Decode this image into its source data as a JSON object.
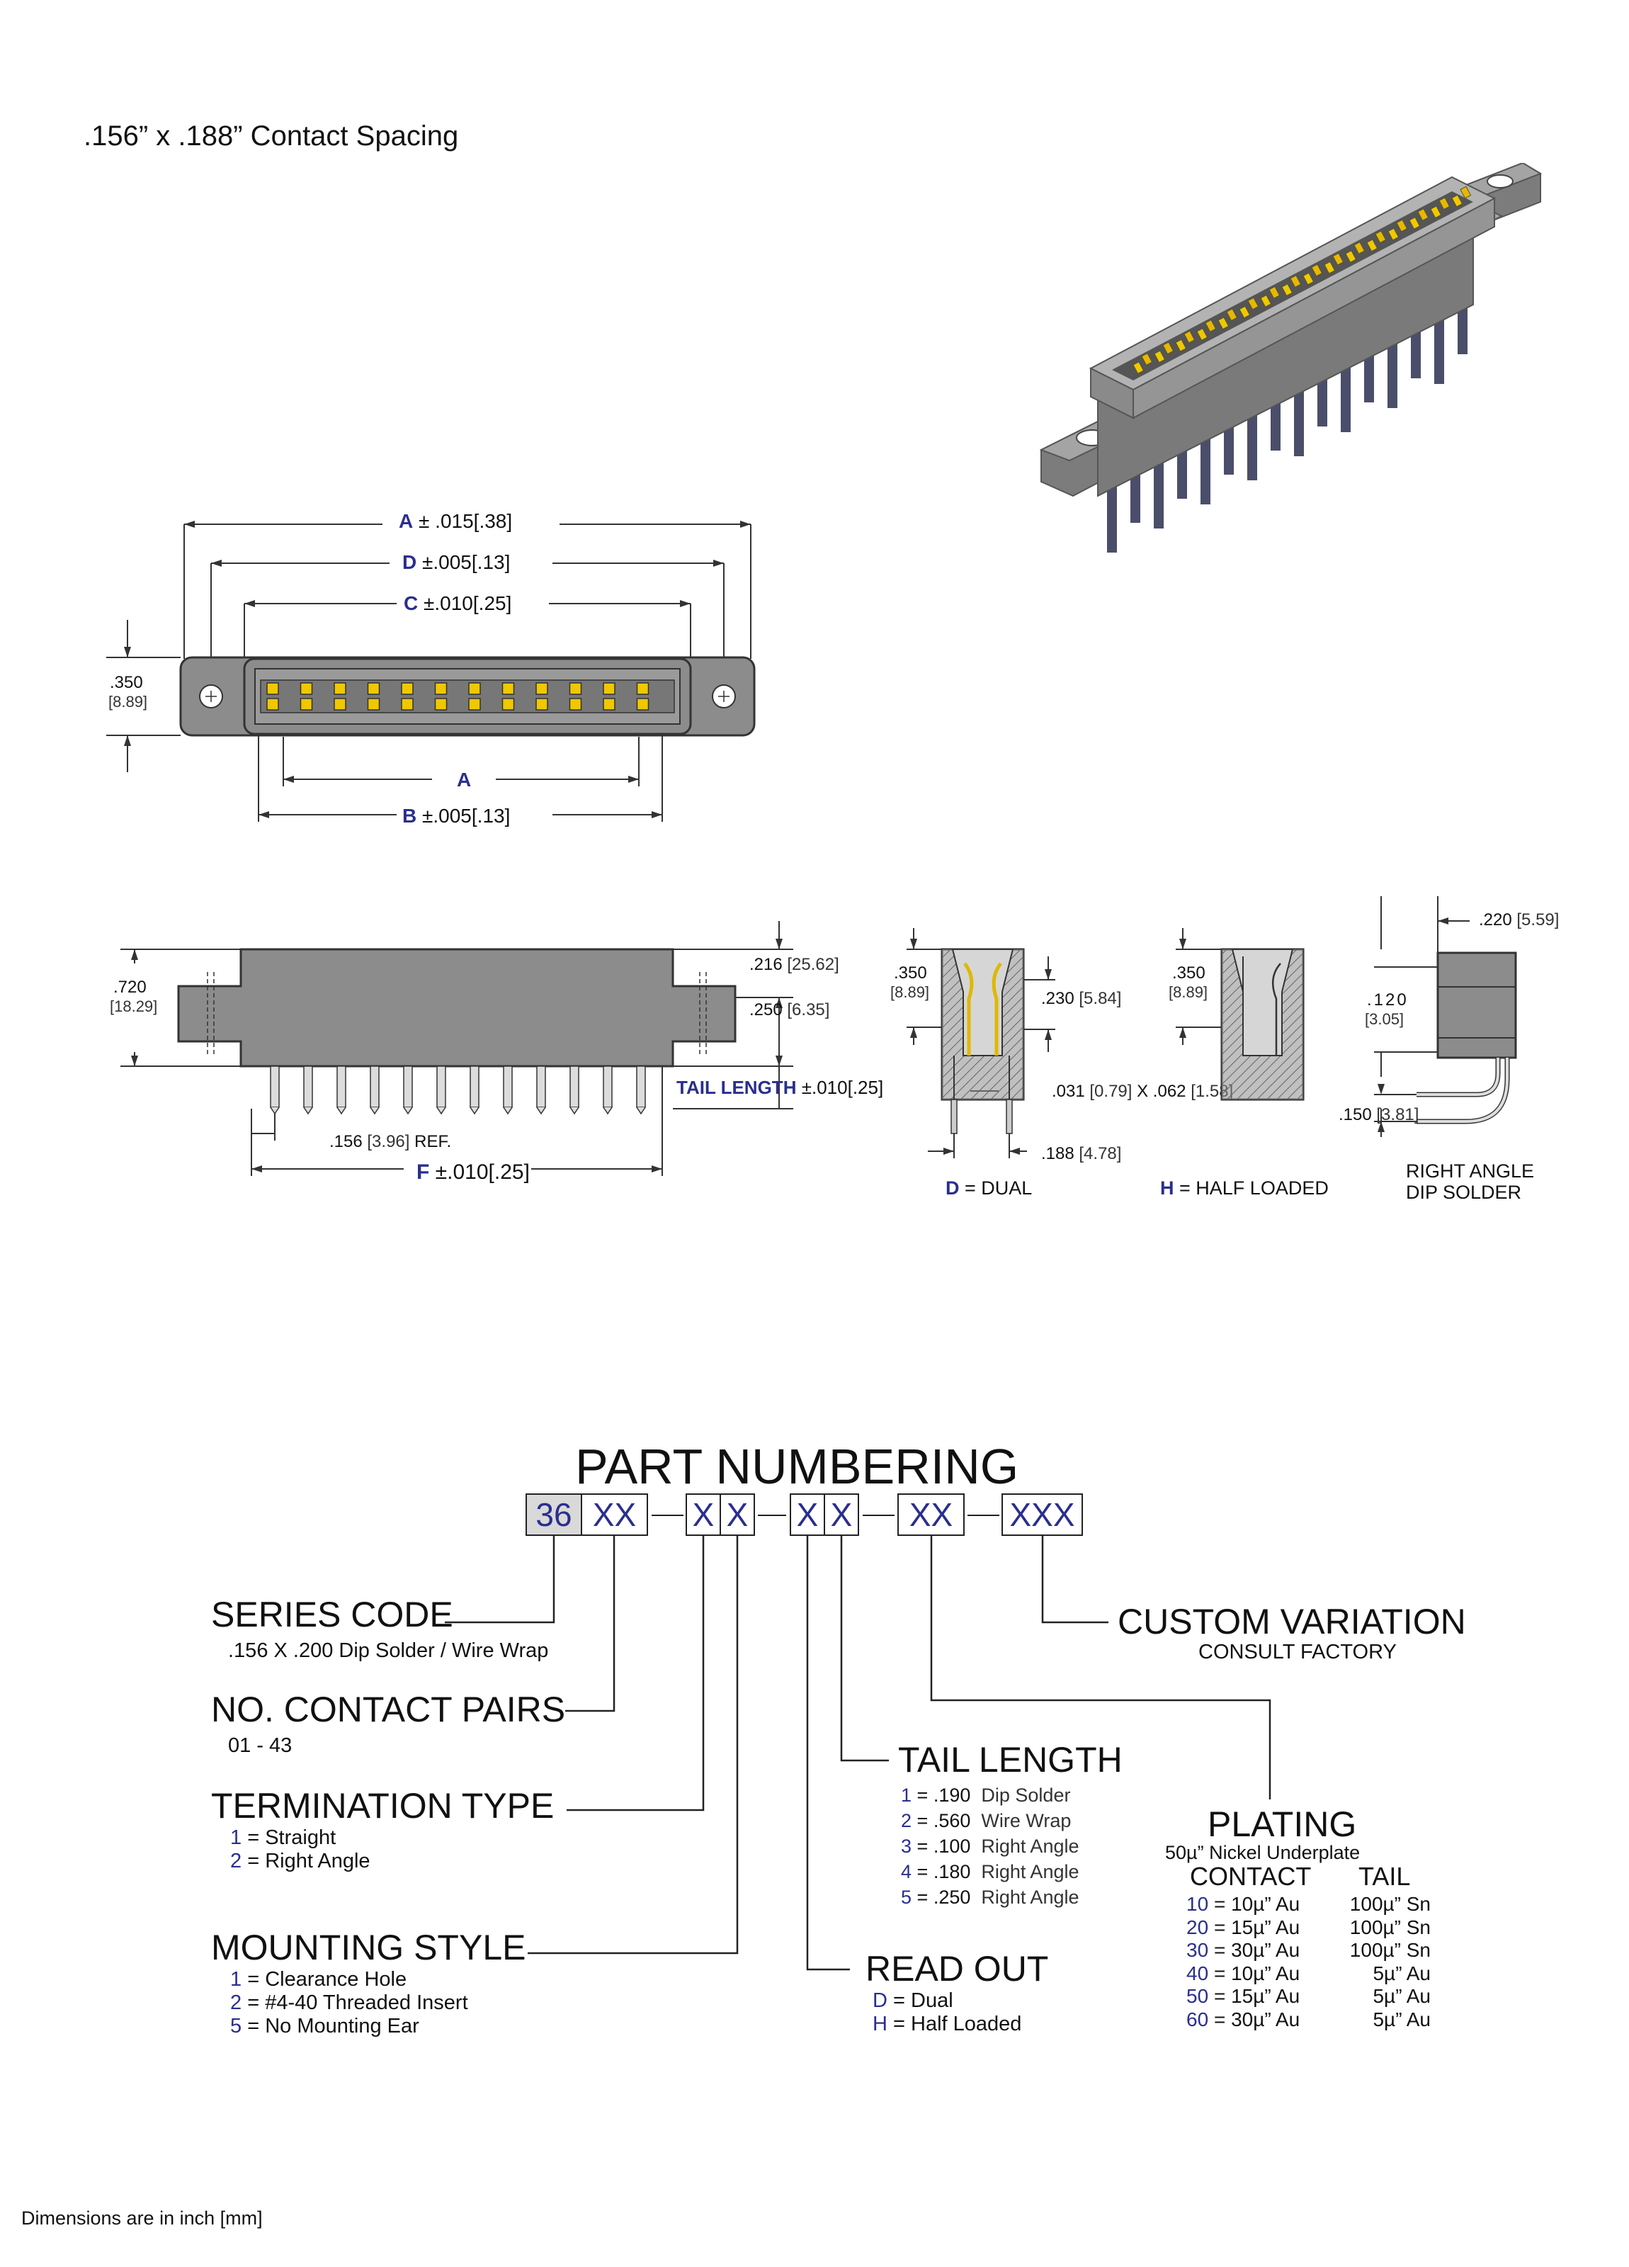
{
  "title": ".156” x .188” Contact Spacing",
  "footer": "Dimensions are in inch [mm]",
  "top_view": {
    "dim_A_tol_label": "A",
    "dim_A_tol_value": "± .015[.38]",
    "dim_D_label": "D",
    "dim_D_value": "±.005[.13]",
    "dim_C_label": "C",
    "dim_C_value": "±.010[.25]",
    "height_in": ".350",
    "height_mm": "[8.89]",
    "dim_A_inner": "A",
    "dim_B_label": "B",
    "dim_B_value": "±.005[.13]"
  },
  "side_view": {
    "height_in": ".720",
    "height_mm": "[18.29]",
    "dim_216_in": ".216",
    "dim_216_mm": "[25.62]",
    "dim_250_in": ".250",
    "dim_250_mm": "[6.35]",
    "tail_length_label": "TAIL LENGTH",
    "tail_length_value": "±.010[.25]",
    "pitch_in": ".156",
    "pitch_mm": "[3.96]",
    "pitch_ref": "REF.",
    "dim_F_label": "F",
    "dim_F_value": "±.010[.25]"
  },
  "dual_view": {
    "h_in": ".350",
    "h_mm": "[8.89]",
    "d230_in": ".230",
    "d230_mm": "[5.84]",
    "pin_in": ".031",
    "pin_mm": "[0.79]",
    "pin_x": "X",
    "pin2_in": ".062",
    "pin2_mm": "[1.58]",
    "row_in": ".188",
    "row_mm": "[4.78]",
    "code": "D",
    "caption": "= DUAL"
  },
  "half_view": {
    "h_in": ".350",
    "h_mm": "[8.89]",
    "code": "H",
    "caption": "= HALF LOADED"
  },
  "right_angle_view": {
    "w_in": ".220",
    "w_mm": "[5.59]",
    "h_in": ".120",
    "h_mm": "[3.05]",
    "off_in": ".150",
    "off_mm": "[3.81]",
    "caption_line1": "RIGHT ANGLE",
    "caption_line2": "DIP SOLDER"
  },
  "part_numbering": {
    "title": "PART NUMBERING",
    "boxes": [
      "36",
      "XX",
      "X",
      "X",
      "X",
      "X",
      "XX",
      "XXX"
    ],
    "series_code": {
      "title": "SERIES CODE",
      "desc": ".156 X .200 Dip Solder / Wire Wrap"
    },
    "contact_pairs": {
      "title": "NO. CONTACT PAIRS",
      "range": "01 - 43"
    },
    "termination_type": {
      "title": "TERMINATION TYPE",
      "options": [
        {
          "code": "1",
          "text": "= Straight"
        },
        {
          "code": "2",
          "text": "= Right Angle"
        }
      ]
    },
    "mounting_style": {
      "title": "MOUNTING STYLE",
      "options": [
        {
          "code": "1",
          "text": "= Clearance Hole"
        },
        {
          "code": "2",
          "text": "= #4-40 Threaded Insert"
        },
        {
          "code": "5",
          "text": "= No Mounting Ear"
        }
      ]
    },
    "tail_length": {
      "title": "TAIL LENGTH",
      "options": [
        {
          "code": "1",
          "value": "= .190",
          "desc": "Dip Solder"
        },
        {
          "code": "2",
          "value": "= .560",
          "desc": "Wire Wrap"
        },
        {
          "code": "3",
          "value": "= .100",
          "desc": "Right Angle"
        },
        {
          "code": "4",
          "value": "= .180",
          "desc": "Right Angle"
        },
        {
          "code": "5",
          "value": "= .250",
          "desc": "Right Angle"
        }
      ]
    },
    "read_out": {
      "title": "READ OUT",
      "options": [
        {
          "code": "D",
          "text": "= Dual"
        },
        {
          "code": "H",
          "text": "= Half Loaded"
        }
      ]
    },
    "custom_variation": {
      "title": "CUSTOM VARIATION",
      "desc": "CONSULT FACTORY"
    },
    "plating": {
      "title": "PLATING",
      "subtitle": "50µ” Nickel Underplate",
      "col_contact": "CONTACT",
      "col_tail": "TAIL",
      "rows": [
        {
          "code": "10",
          "contact": "= 10µ” Au",
          "tail": "100µ” Sn"
        },
        {
          "code": "20",
          "contact": "= 15µ” Au",
          "tail": "100µ” Sn"
        },
        {
          "code": "30",
          "contact": "= 30µ” Au",
          "tail": "100µ” Sn"
        },
        {
          "code": "40",
          "contact": "= 10µ” Au",
          "tail": "5µ” Au"
        },
        {
          "code": "50",
          "contact": "= 15µ” Au",
          "tail": "5µ” Au"
        },
        {
          "code": "60",
          "contact": "= 30µ” Au",
          "tail": "5µ” Au"
        }
      ]
    }
  },
  "colors": {
    "accent_blue": "#2a2e8f",
    "body_grey": "#8c8c8c",
    "contact_gold": "#f0c800"
  }
}
